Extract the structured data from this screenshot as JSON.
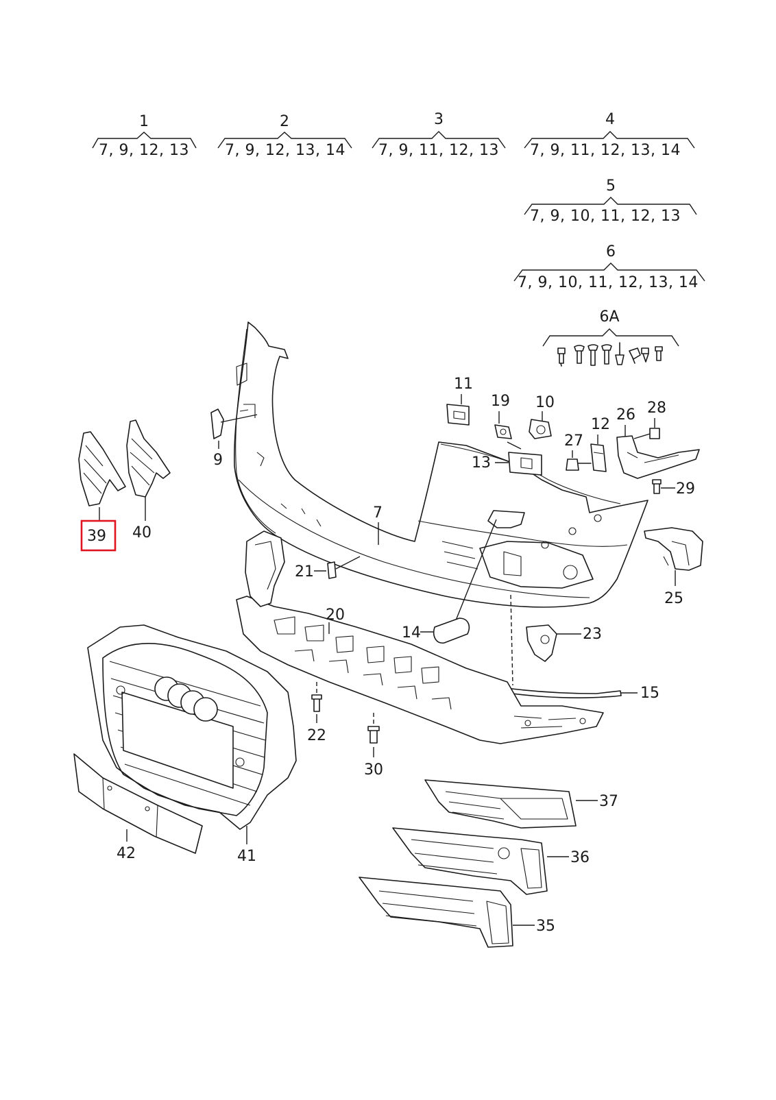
{
  "groups": [
    {
      "id": "1",
      "list": "7, 9, 12, 13"
    },
    {
      "id": "2",
      "list": "7, 9, 12, 13, 14"
    },
    {
      "id": "3",
      "list": "7, 9, 11, 12, 13"
    },
    {
      "id": "4",
      "list": "7, 9, 11, 12, 13, 14"
    },
    {
      "id": "5",
      "list": "7, 9, 10, 11, 12, 13"
    },
    {
      "id": "6",
      "list": "7, 9, 10, 11, 12, 13, 14"
    },
    {
      "id": "6A",
      "list": ""
    }
  ],
  "callouts": {
    "p7": "7",
    "p9": "9",
    "p10": "10",
    "p11": "11",
    "p12": "12",
    "p13": "13",
    "p14": "14",
    "p15": "15",
    "p19": "19",
    "p20": "20",
    "p21": "21",
    "p22": "22",
    "p23": "23",
    "p25": "25",
    "p26": "26",
    "p27": "27",
    "p28": "28",
    "p29": "29",
    "p30": "30",
    "p35": "35",
    "p36": "36",
    "p37": "37",
    "p39": "39",
    "p40": "40",
    "p41": "41",
    "p42": "42"
  },
  "highlight": {
    "part": "39",
    "color": "#e0141e"
  }
}
